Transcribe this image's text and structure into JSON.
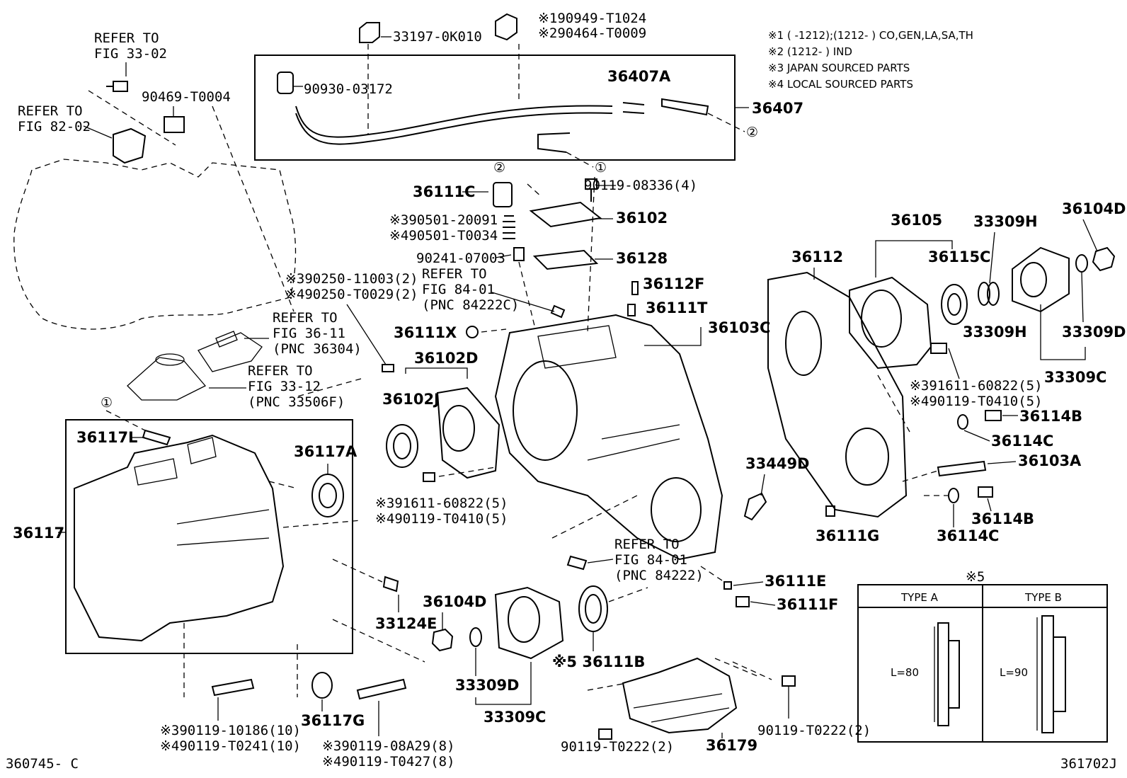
{
  "notes": [
    "※1 (      -1212);(1212-      ) CO,GEN,LA,SA,TH",
    "※2 (1212-      ) IND",
    "※3 JAPAN SOURCED PARTS",
    "※4 LOCAL SOURCED PARTS"
  ],
  "figure_code_left": "360745- C",
  "figure_code_right": "361702J",
  "type_table": {
    "marker": "※5",
    "type_a": "TYPE A",
    "type_b": "TYPE B",
    "len_a": "L=80",
    "len_b": "L=90"
  },
  "refs": {
    "r1": [
      "REFER TO",
      "FIG 33-02"
    ],
    "r2": [
      "REFER TO",
      "FIG 82-02"
    ],
    "r3": [
      "REFER TO",
      "FIG 84-01",
      "(PNC 84222C)"
    ],
    "r4": [
      "REFER TO",
      "FIG 36-11",
      "(PNC 36304)"
    ],
    "r5": [
      "REFER TO",
      "FIG 33-12",
      "(PNC 33506F)"
    ],
    "r6": [
      "REFER TO",
      "FIG 84-01",
      "(PNC 84222)"
    ]
  },
  "parts": {
    "p33197": "33197-0K010",
    "p90949": "※190949-T1024",
    "p90464": "※290464-T0009",
    "p90930": "90930-03172",
    "p36407A": "36407A",
    "p36407": "36407",
    "p90469": "90469-T0004",
    "p36111C": "36111C",
    "p90119_08336": "90119-08336(4)",
    "p36102": "36102",
    "p90501_a": "※390501-20091",
    "p90501_b": "※490501-T0034",
    "p90241": "90241-07003",
    "p36128": "36128",
    "p90250_a": "※390250-11003(2)",
    "p90250_b": "※490250-T0029(2)",
    "p36112F": "36112F",
    "p36111T": "36111T",
    "p36103C": "36103C",
    "p36111X": "36111X",
    "p36102D": "36102D",
    "p36102J": "36102J",
    "p91611_a": "※391611-60822(5)",
    "p90119_a": "※490119-T0410(5)",
    "p36112": "36112",
    "p36105": "36105",
    "p36115C": "36115C",
    "p33309H_a": "33309H",
    "p33309H_b": "33309H",
    "p36104D_a": "36104D",
    "p33309D_a": "33309D",
    "p33309C_a": "33309C",
    "p91611_b": "※391611-60822(5)",
    "p90119_b": "※490119-T0410(5)",
    "p36114B_a": "36114B",
    "p36114C_a": "36114C",
    "p36103A": "36103A",
    "p33449D": "33449D",
    "p36111G": "36111G",
    "p36114C_b": "36114C",
    "p36114B_b": "36114B",
    "p36117L": "36117L",
    "p36117A": "36117A",
    "p36117": "36117",
    "p36104D_b": "36104D",
    "p33124E": "33124E",
    "p36111E": "36111E",
    "p36111F": "36111F",
    "p36111B": "※5 36111B",
    "p33309D_b": "33309D",
    "p33309C_b": "33309C",
    "p90119_10186": "※390119-10186(10)",
    "p90119_T0241": "※490119-T0241(10)",
    "p36117G": "36117G",
    "p90119_08A29": "※390119-08A29(8)",
    "p90119_T0427": "※490119-T0427(8)",
    "p90119_T0222_a": "90119-T0222(2)",
    "p90119_T0222_b": "90119-T0222(2)",
    "p36179": "36179",
    "c1": "①",
    "c2": "②"
  }
}
